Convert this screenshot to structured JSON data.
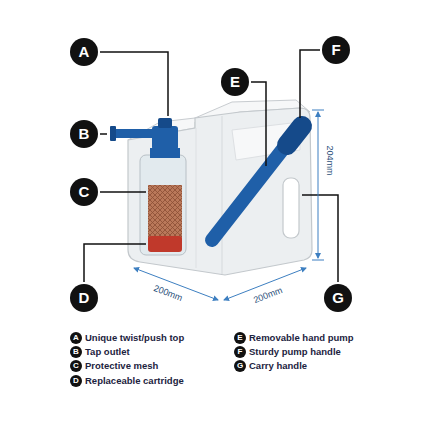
{
  "diagram": {
    "labels": [
      "A",
      "B",
      "C",
      "D",
      "E",
      "F",
      "G",
      "200mm",
      "200mm",
      "204mm",
      "A",
      "B",
      "C",
      "D",
      "E",
      "F",
      "G"
    ],
    "legend": [
      {
        "text": "Unique twist/push top"
      },
      {
        "text": "Tap outlet"
      },
      {
        "text": "Protective mesh"
      },
      {
        "text": "Replaceable cartridge"
      },
      {
        "text": "Removable hand pump"
      },
      {
        "text": "Sturdy pump handle"
      },
      {
        "text": "Carry handle"
      }
    ]
  }
}
